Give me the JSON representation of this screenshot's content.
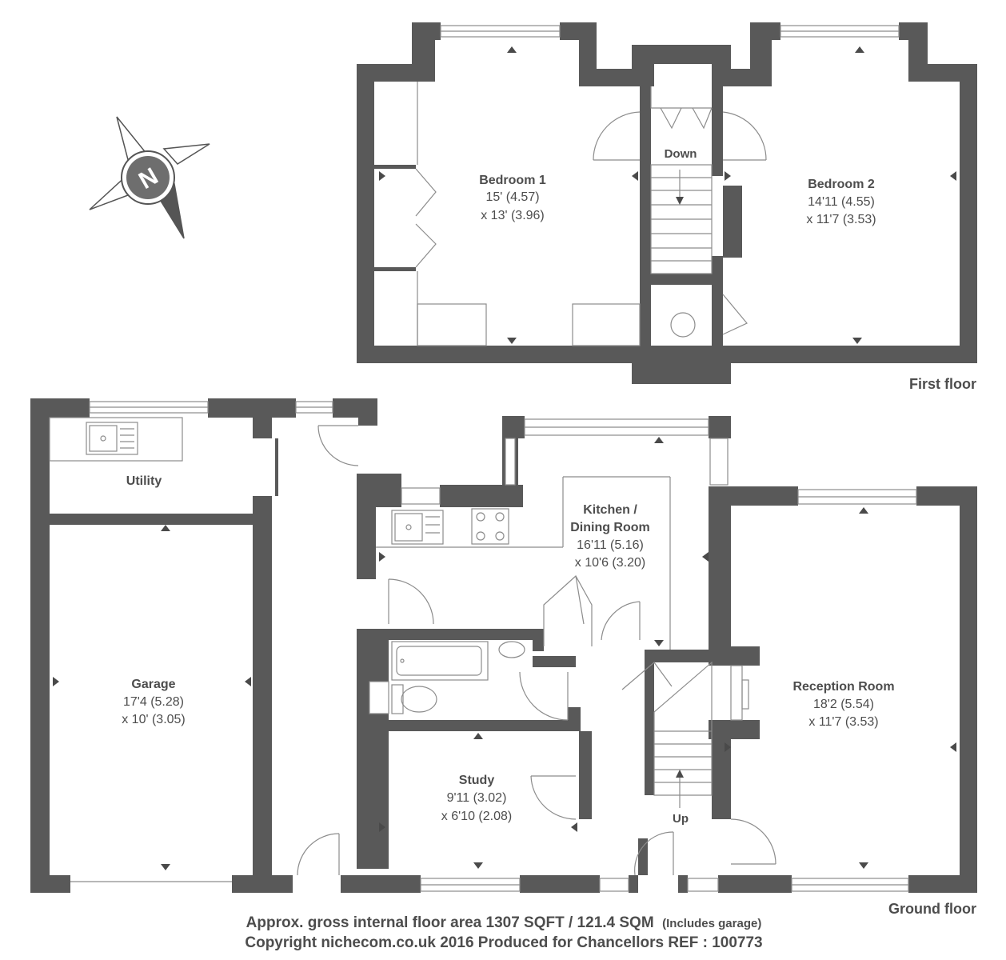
{
  "compass": {
    "label": "N"
  },
  "first_floor": {
    "floor_label": "First floor",
    "bedroom1": {
      "name": "Bedroom 1",
      "dim1": "15' (4.57)",
      "dim2": "x 13' (3.96)"
    },
    "bedroom2": {
      "name": "Bedroom 2",
      "dim1": "14'11 (4.55)",
      "dim2": "x 11'7 (3.53)"
    },
    "stairs_label": "Down"
  },
  "ground_floor": {
    "floor_label": "Ground floor",
    "utility": {
      "name": "Utility"
    },
    "garage": {
      "name": "Garage",
      "dim1": "17'4 (5.28)",
      "dim2": "x 10' (3.05)"
    },
    "kitchen": {
      "name_line1": "Kitchen /",
      "name_line2": "Dining Room",
      "dim1": "16'11 (5.16)",
      "dim2": "x 10'6 (3.20)"
    },
    "study": {
      "name": "Study",
      "dim1": "9'11 (3.02)",
      "dim2": "x 6'10 (2.08)"
    },
    "reception": {
      "name": "Reception Room",
      "dim1": "18'2 (5.54)",
      "dim2": "x 11'7 (3.53)"
    },
    "stairs_label": "Up"
  },
  "footer": {
    "area_text": "Approx. gross internal floor area 1307 SQFT / 121.4 SQM",
    "area_note": "(Includes garage)",
    "copyright": "Copyright nichecom.co.uk 2016 Produced for Chancellors REF : 100773"
  }
}
